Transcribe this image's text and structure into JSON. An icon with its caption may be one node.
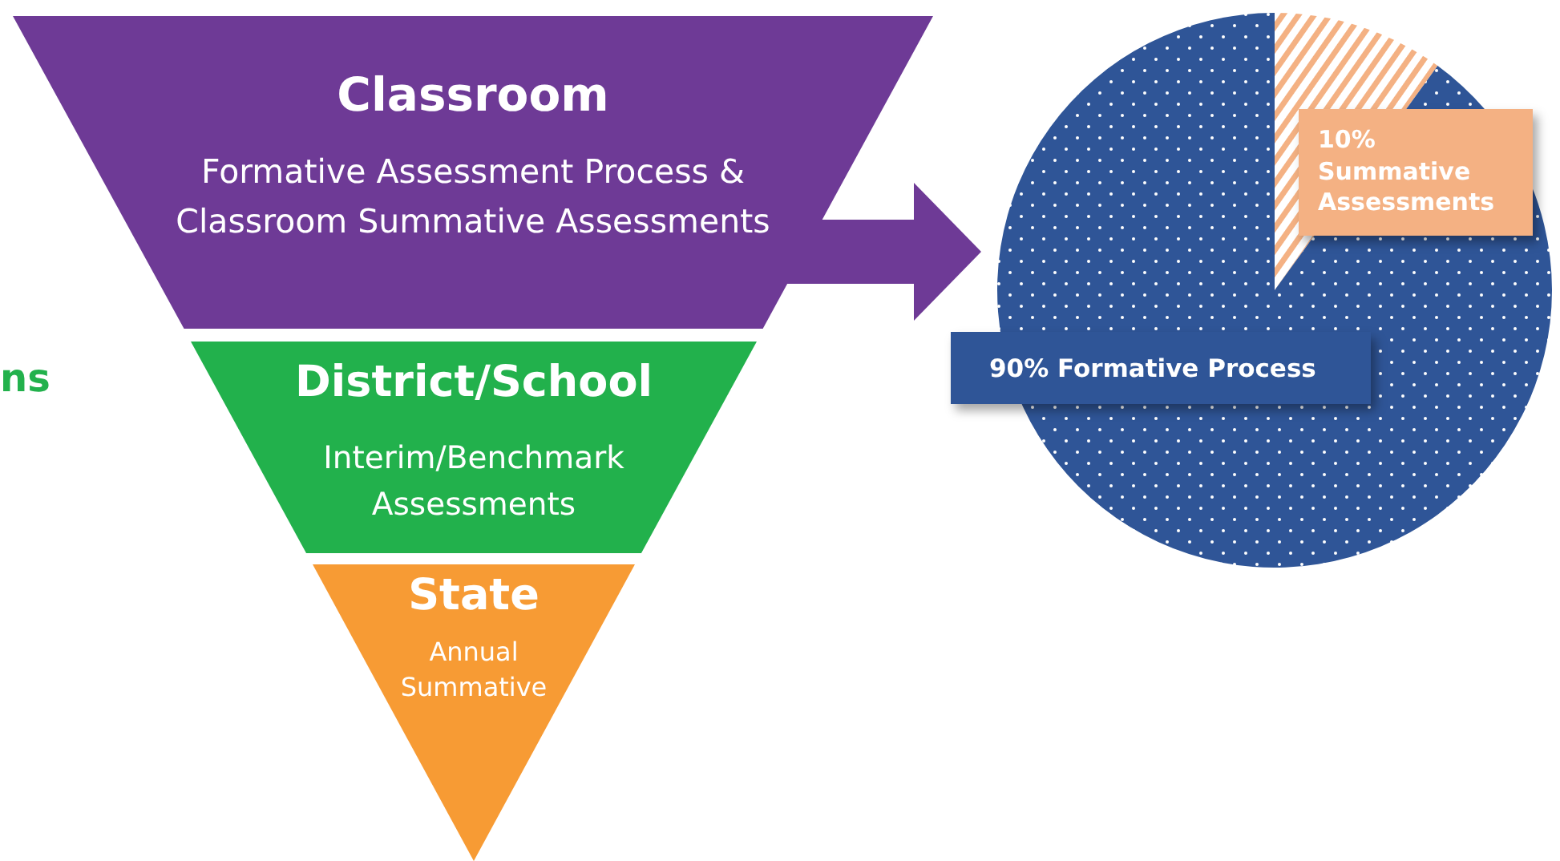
{
  "diagram": {
    "nodes": [
      {
        "text": [
          "Classroom",
          "Formative Assessment Process & Classroom Summative Assessments"
        ]
      },
      {
        "text": [
          "District/School",
          "Interim/Benchmark Assessments"
        ]
      },
      {
        "text": [
          "State",
          "Annual Summative"
        ]
      },
      {
        "text": [],
        "shape": "circle"
      }
    ],
    "edges": [
      {
        "from": 0,
        "to": 3,
        "arrow": "to"
      }
    ],
    "labels": [
      "ns"
    ],
    "chart_data": {
      "type": "pie",
      "categories": [
        "10% Summative Assessments",
        "90% Formative Process"
      ],
      "values": [
        10,
        90
      ]
    }
  }
}
